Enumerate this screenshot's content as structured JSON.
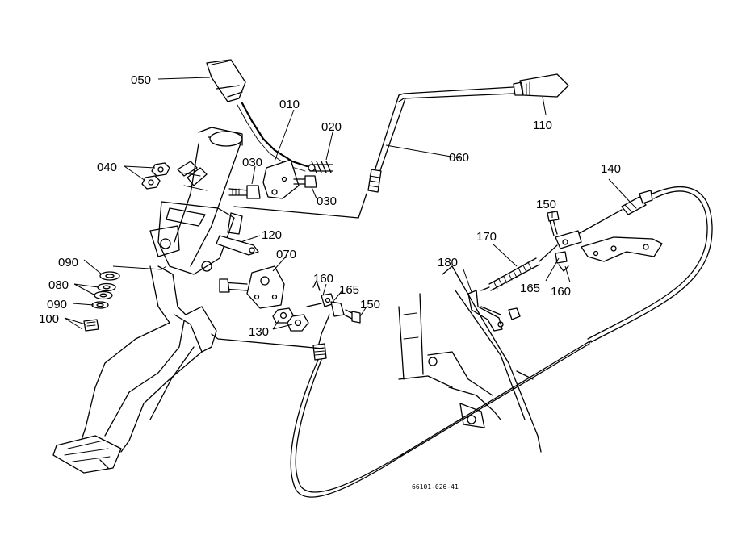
{
  "labels": {
    "p010": "010",
    "p020": "020",
    "p030a": "030",
    "p030b": "030",
    "p040": "040",
    "p050": "050",
    "p060": "060",
    "p070": "070",
    "p080": "080",
    "p090a": "090",
    "p090b": "090",
    "p100": "100",
    "p110": "110",
    "p120": "120",
    "p130": "130",
    "p140": "140",
    "p150a": "150",
    "p150b": "150",
    "p160a": "160",
    "p160b": "160",
    "p165a": "165",
    "p165b": "165",
    "p170": "170",
    "p180": "180"
  },
  "drawing_number": "66101-026-41"
}
